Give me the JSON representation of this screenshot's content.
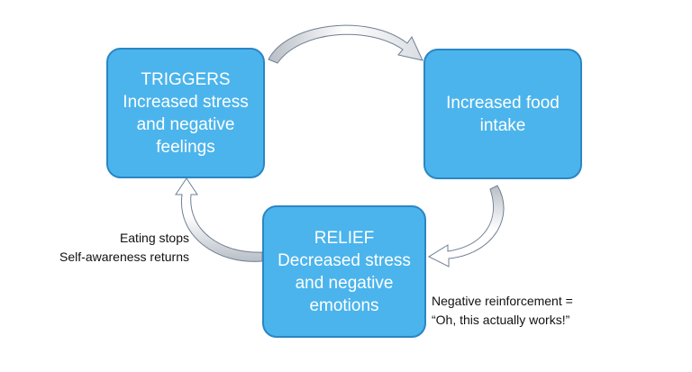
{
  "diagram": {
    "boxes": {
      "triggers": {
        "lines": [
          "TRIGGERS",
          "Increased stress",
          "and negative",
          "feelings"
        ]
      },
      "food": {
        "lines": [
          "Increased food",
          "intake"
        ]
      },
      "relief": {
        "lines": [
          "RELIEF",
          "Decreased stress",
          "and negative",
          "emotions"
        ]
      }
    },
    "notes": {
      "left": {
        "lines": [
          "Eating stops",
          "Self-awareness returns"
        ]
      },
      "right": {
        "lines": [
          "Negative reinforcement =",
          "“Oh, this actually works!”"
        ]
      }
    }
  },
  "colors": {
    "box_fill": "#4bb4ec",
    "box_border": "#2b86c4",
    "arrow_stroke": "#6f7f93",
    "arrow_fill_light": "#ffffff",
    "arrow_fill_dark": "#b8bec6"
  }
}
